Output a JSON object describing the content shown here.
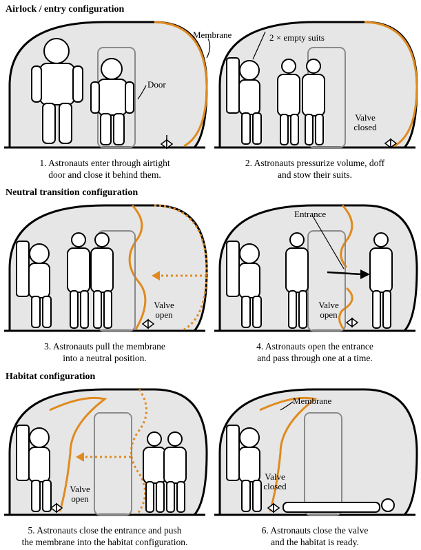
{
  "sections": [
    {
      "title": "Airlock / entry  configuration"
    },
    {
      "title": "Neutral transition configuration"
    },
    {
      "title": "Habitat configuration"
    }
  ],
  "panels": [
    {
      "caption_line1": "1. Astronauts enter through airtight",
      "caption_line2": "door and close it behind them.",
      "labels": [
        "Membrane",
        "Door"
      ]
    },
    {
      "caption_line1": "2. Astronauts pressurize volume, doff",
      "caption_line2": "and stow their suits.",
      "labels": [
        "2 × empty suits",
        "Valve",
        "closed"
      ]
    },
    {
      "caption_line1": "3. Astronauts pull the membrane",
      "caption_line2": "into a neutral position.",
      "labels": [
        "Valve",
        "open"
      ]
    },
    {
      "caption_line1": "4. Astronauts open the entrance",
      "caption_line2": "and pass through one at a time.",
      "labels": [
        "Entrance",
        "Valve",
        "open"
      ]
    },
    {
      "caption_line1": "5. Astronauts close the entrance and push",
      "caption_line2": "the membrane into the habitat configuration.",
      "labels": [
        "Valve",
        "open"
      ]
    },
    {
      "caption_line1": "6. Astronauts close the valve",
      "caption_line2": "and the habitat is ready.",
      "labels": [
        "Membrane",
        "Valve",
        "closed"
      ]
    }
  ],
  "colors": {
    "membrane": "#e08a1e",
    "habitat_fill": "#e6e6e6",
    "outline": "#000000",
    "door": "#8a8a8a"
  }
}
